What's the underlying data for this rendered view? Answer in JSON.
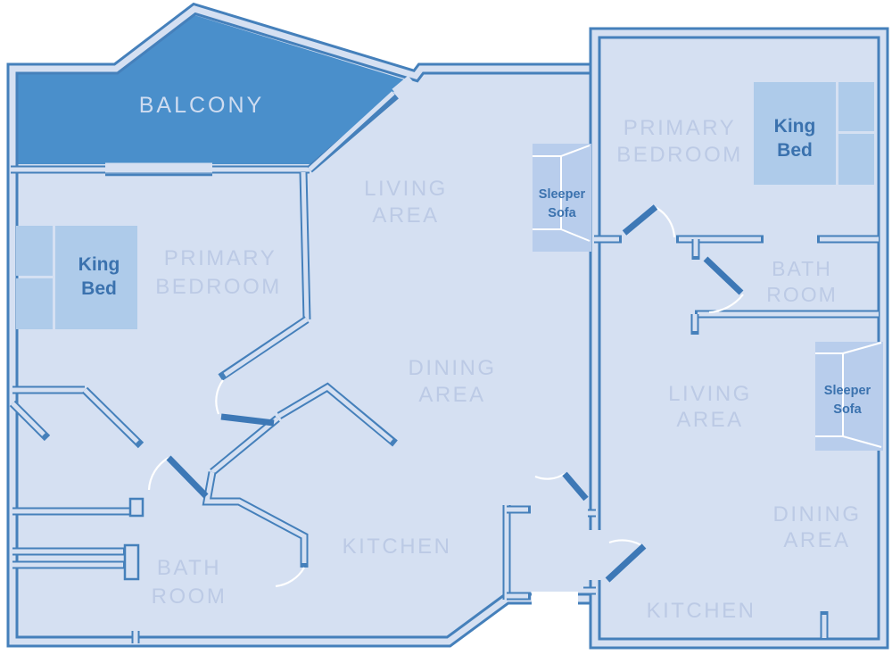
{
  "diagram_type": "floor-plan",
  "colors": {
    "floor": "#d5e0f2",
    "wall": "#4580bb",
    "wall_strong": "#3d78b6",
    "balcony": "#4a8fcb",
    "room_label": "#bccae5",
    "balcony_label": "#cfdcf0",
    "furniture": "#aecbea",
    "furniture_alt": "#b8cdec",
    "furniture_label": "#3b72ae",
    "outside": "#ffffff"
  },
  "units": {
    "left": {
      "rooms": {
        "balcony": "BALCONY",
        "living": [
          "LIVING",
          "AREA"
        ],
        "primary_bedroom": [
          "PRIMARY",
          "BEDROOM"
        ],
        "dining": [
          "DINING",
          "AREA"
        ],
        "kitchen": "KITCHEN",
        "bathroom": [
          "BATH",
          "ROOM"
        ]
      },
      "furniture": {
        "king_bed": [
          "King",
          "Bed"
        ],
        "sleeper_sofa": [
          "Sleeper",
          "Sofa"
        ]
      }
    },
    "right": {
      "rooms": {
        "primary_bedroom": [
          "PRIMARY",
          "BEDROOM"
        ],
        "bathroom": [
          "BATH",
          "ROOM"
        ],
        "living": [
          "LIVING",
          "AREA"
        ],
        "dining": [
          "DINING",
          "AREA"
        ],
        "kitchen": "KITCHEN"
      },
      "furniture": {
        "king_bed": [
          "King",
          "Bed"
        ],
        "sleeper_sofa": [
          "Sleeper",
          "Sofa"
        ]
      }
    }
  }
}
